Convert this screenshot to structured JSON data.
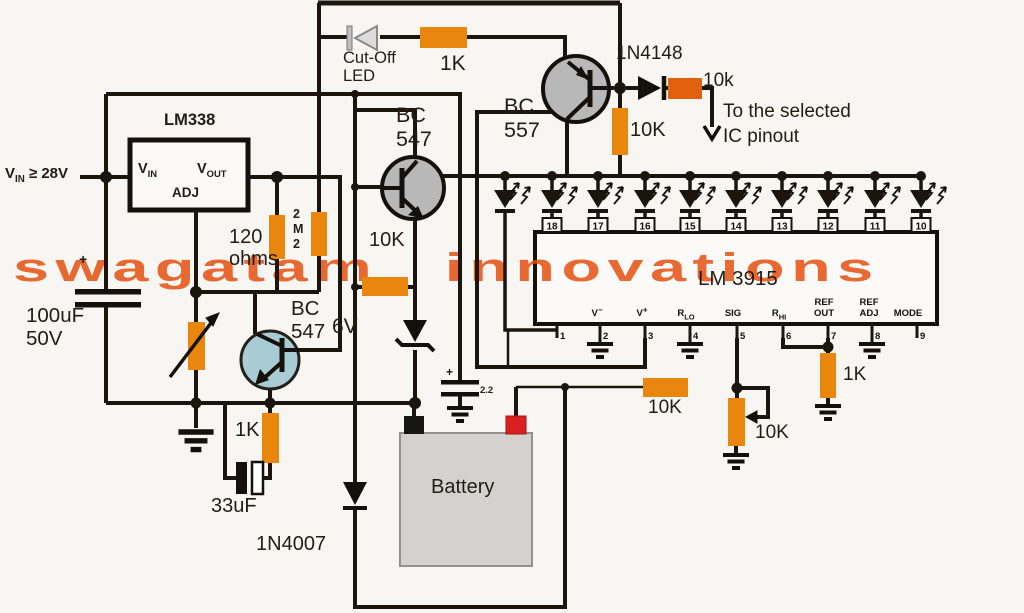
{
  "watermark": "swagatam innovations",
  "input_source": {
    "v": "V",
    "sub": "IN",
    "cond": "≥ 28V"
  },
  "regulator": {
    "name": "LM338",
    "vin_v": "V",
    "vin_sub": "IN",
    "vout_v": "V",
    "vout_sub": "OUT",
    "adj": "ADJ"
  },
  "parts": {
    "c_filter": "100uF\n50V",
    "c_filter_plus": "+",
    "r_120": "120\nohms",
    "r_2m2": "2\nM\n2",
    "q_left": "BC\n547",
    "r_1k_left": "1K",
    "c_33": "33uF",
    "d_1n4007": "1N4007",
    "led_cutoff": "Cut-Off\nLED",
    "r_1k_top": "1K",
    "q_mid": "BC\n547",
    "r_10k_mid": "10K",
    "zener": "6V",
    "c_22": "2.2",
    "c_22_plus": "+",
    "q_right": "BC\n557",
    "d_1n4148": "1N4148",
    "r_10k_q": "10K",
    "r_10k_out": "10k",
    "note": "To the selected\nIC pinout",
    "r_10k_sig": "10K",
    "r_10k_pot": "10K",
    "r_1k_ref": "1K",
    "battery": "Battery"
  },
  "ic": {
    "name": "LM 3915",
    "top_pins": [
      "18",
      "17",
      "16",
      "15",
      "14",
      "13",
      "12",
      "11",
      "10"
    ],
    "bottom_pins": [
      {
        "num": "1"
      },
      {
        "num": "2",
        "pre": "V",
        "sup": "−",
        "gnd": true
      },
      {
        "num": "3",
        "pre": "V",
        "sup": "+"
      },
      {
        "num": "4",
        "pre": "R",
        "sub": "LO",
        "gnd": true
      },
      {
        "num": "5",
        "pre": "SIG"
      },
      {
        "num": "6",
        "pre": "R",
        "sub": "HI"
      },
      {
        "num": "7",
        "pre": "REF",
        "line2": "OUT"
      },
      {
        "num": "8",
        "pre": "REF",
        "line2": "ADJ",
        "gnd": true
      },
      {
        "num": "9",
        "pre": "MODE"
      }
    ]
  },
  "colors": {
    "resistor": "#e8860e",
    "wire": "#1c150e",
    "watermark": "#e5500f",
    "battery_red": "#d92020"
  }
}
